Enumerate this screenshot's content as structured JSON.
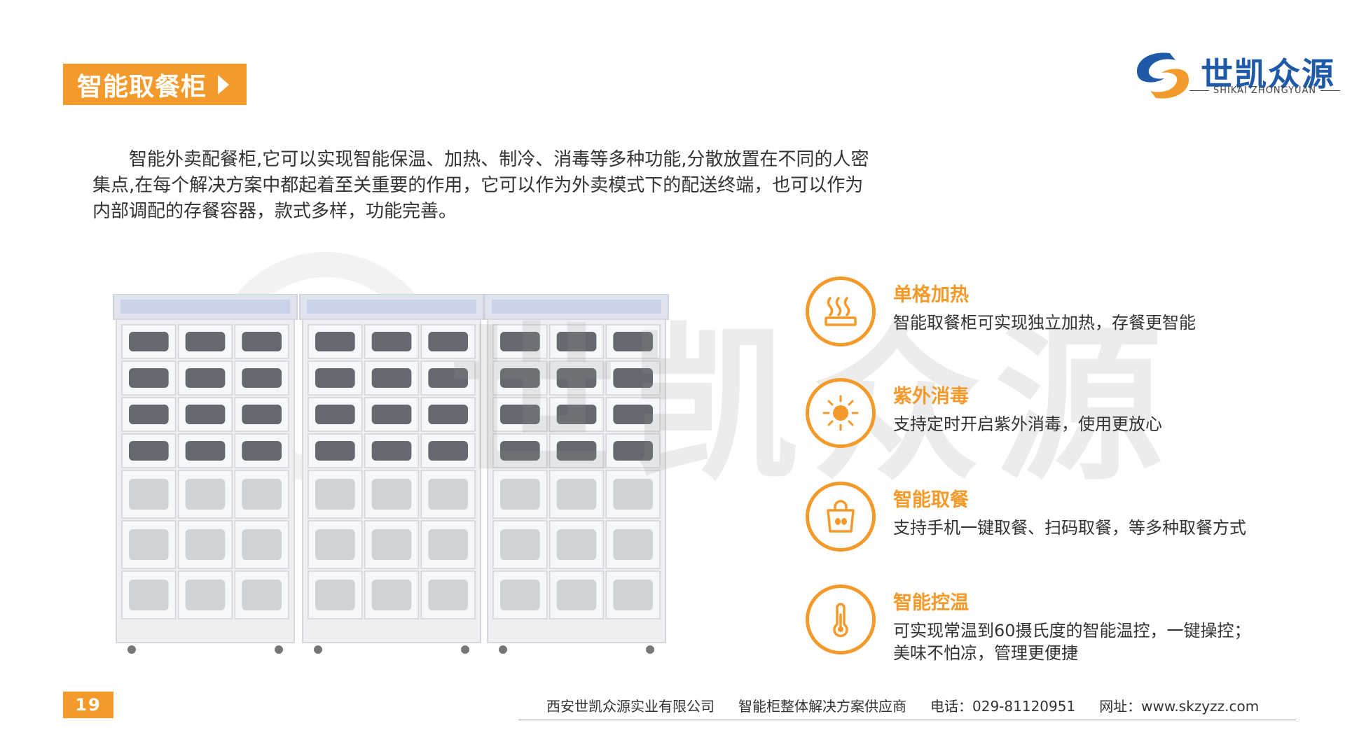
{
  "header": {
    "section_title": "智能取餐柜",
    "logo_cn": "世凯众源",
    "logo_en": "SHIKAI ZHONGYUAN"
  },
  "intro": "智能外卖配餐柜,它可以实现智能保温、加热、制冷、消毒等多种功能,分散放置在不同的人密集点,在每个解决方案中都起着至关重要的作用，它可以作为外卖模式下的配送终端，也可以作为内部调配的存餐容器，款式多样，功能完善。",
  "watermark": "世凯众源",
  "features": [
    {
      "icon": "heat-icon",
      "title": "单格加热",
      "desc": "智能取餐柜可实现独立加热，存餐更智能"
    },
    {
      "icon": "uv-sun-icon",
      "title": "紫外消毒",
      "desc": "支持定时开启紫外消毒，使用更放心"
    },
    {
      "icon": "shopping-bag-icon",
      "title": "智能取餐",
      "desc": "支持手机一键取餐、扫码取餐，等多种取餐方式"
    },
    {
      "icon": "thermometer-icon",
      "title": "智能控温",
      "desc": "可实现常温到60摄氏度的智能温控，一键操控；",
      "desc2": "美味不怕凉，管理更便捷"
    }
  ],
  "footer": {
    "page_number": "19",
    "company": "西安世凯众源实业有限公司",
    "tagline": "智能柜整体解决方案供应商",
    "phone": "电话：029-81120951",
    "website": "网址：www.skzyzz.com"
  },
  "colors": {
    "accent": "#f39a2b",
    "brand_blue": "#1e5aa8"
  }
}
